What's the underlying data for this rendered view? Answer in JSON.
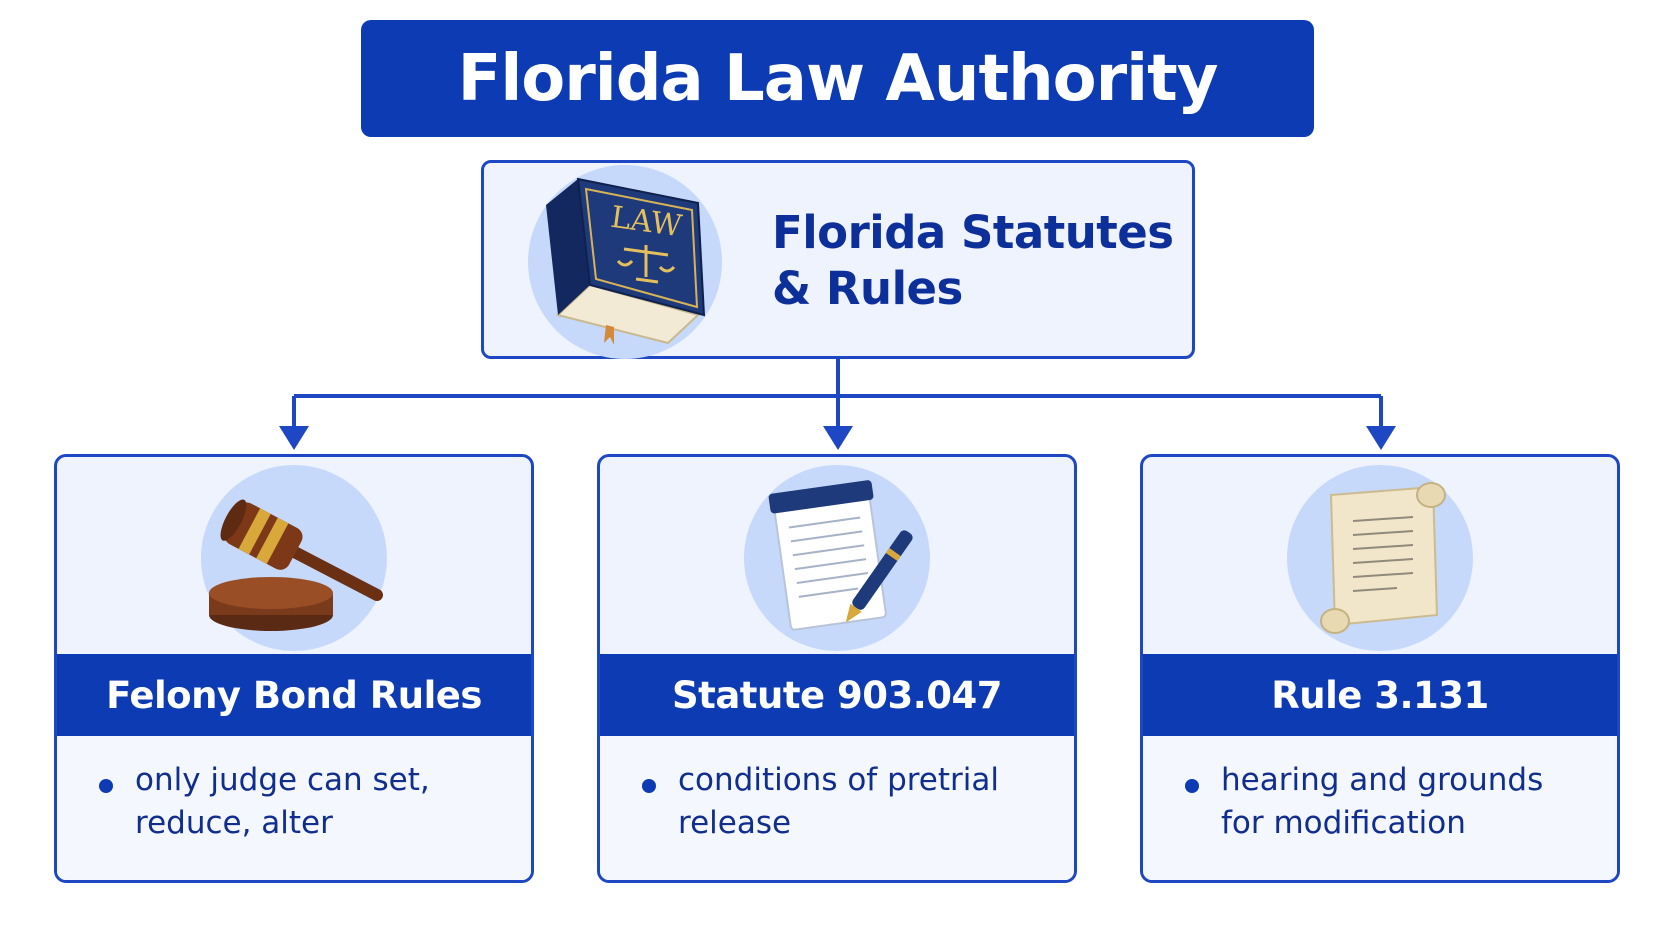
{
  "title": "Florida Law Authority",
  "root": {
    "line1": "Florida Statutes",
    "line2": "& Rules",
    "icon": "law-book-icon",
    "book_label": "LAW"
  },
  "cards": [
    {
      "title": "Felony Bond Rules",
      "bullet": "only judge can set, reduce, alter",
      "icon": "gavel-icon"
    },
    {
      "title": "Statute 903.047",
      "bullet": "conditions of pretrial release",
      "icon": "notepad-pen-icon"
    },
    {
      "title": "Rule 3.131",
      "bullet": "hearing and grounds for modification",
      "icon": "scroll-icon"
    }
  ],
  "colors": {
    "primary": "#0c3bb3",
    "box_fill": "#eef3fd",
    "icon_circle": "#c6d9fb",
    "text_dark": "#0d2f9a"
  }
}
